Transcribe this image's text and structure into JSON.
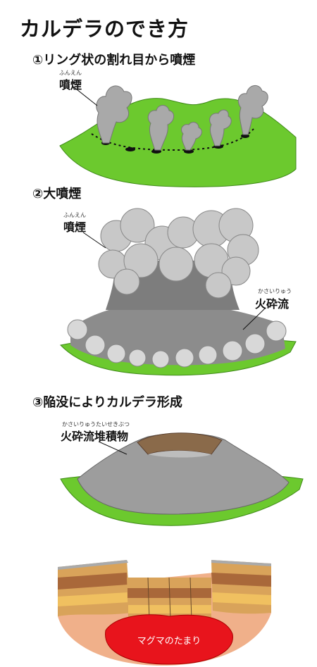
{
  "title": "カルデラのでき方",
  "steps": [
    {
      "heading": "①リング状の割れ目から噴煙",
      "labels": [
        {
          "text": "噴煙",
          "ruby": "ふんえん"
        }
      ]
    },
    {
      "heading": "②大噴煙",
      "labels": [
        {
          "text": "噴煙",
          "ruby": "ふんえん"
        },
        {
          "text": "火砕流",
          "ruby": "かさいりゅう"
        }
      ]
    },
    {
      "heading": "③陥没によりカルデラ形成",
      "labels": [
        {
          "text": "火砕流堆積物",
          "ruby": "かさいりゅうたいせきぶつ"
        }
      ]
    }
  ],
  "magma_label": "マグマのたまり",
  "colors": {
    "grass": "#6cc92e",
    "smoke": "#a9a9a9",
    "magma": "#e8141c",
    "rim": "#8a6a4a"
  }
}
